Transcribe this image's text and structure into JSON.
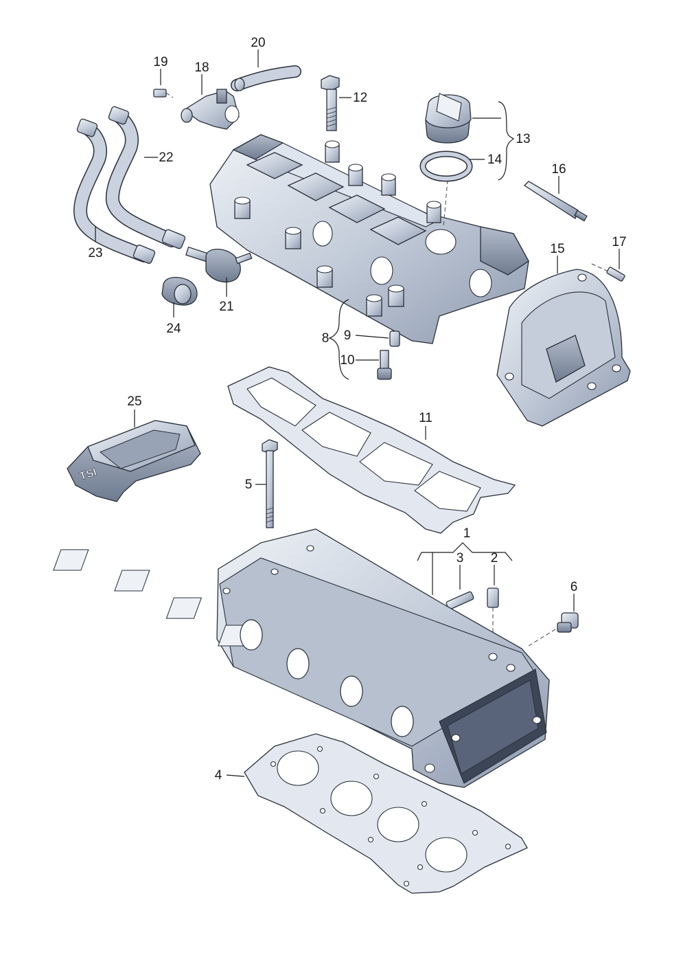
{
  "diagram": {
    "callouts": [
      {
        "id": "c1",
        "label": "1"
      },
      {
        "id": "c2",
        "label": "2"
      },
      {
        "id": "c3",
        "label": "3"
      },
      {
        "id": "c4",
        "label": "4"
      },
      {
        "id": "c5",
        "label": "5"
      },
      {
        "id": "c6",
        "label": "6"
      },
      {
        "id": "c8",
        "label": "8"
      },
      {
        "id": "c9",
        "label": "9"
      },
      {
        "id": "c10",
        "label": "10"
      },
      {
        "id": "c11",
        "label": "11"
      },
      {
        "id": "c12",
        "label": "12"
      },
      {
        "id": "c13",
        "label": "13"
      },
      {
        "id": "c14",
        "label": "14"
      },
      {
        "id": "c15",
        "label": "15"
      },
      {
        "id": "c16",
        "label": "16"
      },
      {
        "id": "c17",
        "label": "17"
      },
      {
        "id": "c18",
        "label": "18"
      },
      {
        "id": "c19",
        "label": "19"
      },
      {
        "id": "c20",
        "label": "20"
      },
      {
        "id": "c21",
        "label": "21"
      },
      {
        "id": "c22",
        "label": "22"
      },
      {
        "id": "c23",
        "label": "23"
      },
      {
        "id": "c24",
        "label": "24"
      },
      {
        "id": "c25",
        "label": "25"
      }
    ],
    "engine_cover_emblem": "TSI",
    "colors": {
      "metal_light": "#dde4ee",
      "metal_mid": "#b8c3d3",
      "metal_dark": "#8a96aa",
      "outline": "#2a2f3a",
      "background": "#ffffff"
    }
  }
}
